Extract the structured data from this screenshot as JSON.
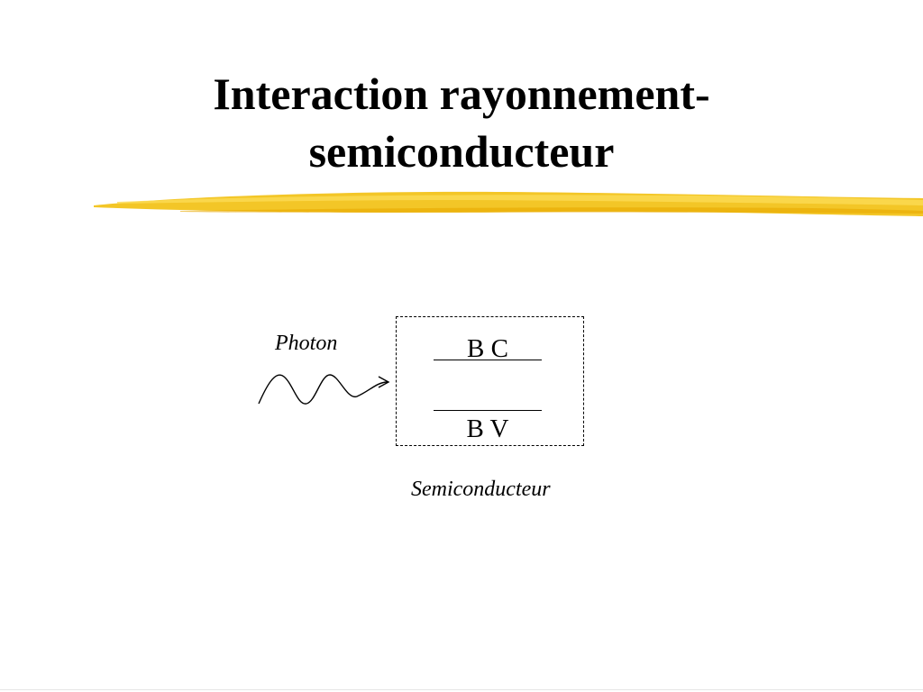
{
  "slide": {
    "title_line1": "Interaction rayonnement-",
    "title_line2": "semiconducteur",
    "accent_color": "#f2c010"
  },
  "diagram": {
    "photon_label": "Photon",
    "conduction_band_label": "B C",
    "valence_band_label": "B V",
    "material_label": "Semiconducteur"
  }
}
